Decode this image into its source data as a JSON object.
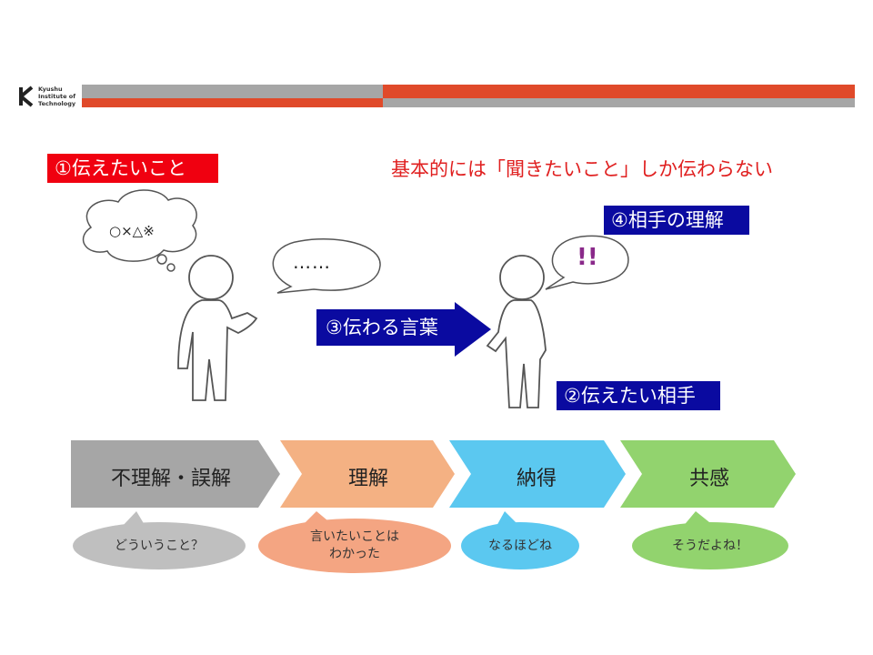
{
  "logo": {
    "lines": [
      "Kyushu",
      "Institute of",
      "Technology"
    ]
  },
  "headline": "基本的には「聞きたいこと」しか伝わらない",
  "labels": {
    "want_to_convey": "①伝えたいこと",
    "target": "②伝えたい相手",
    "words": "③伝わる言葉",
    "understanding": "④相手の理解"
  },
  "thought": "○×△※",
  "speech": "……",
  "reaction": "!!",
  "stages": [
    {
      "label": "不理解・誤解",
      "reply": "どういうこと？",
      "color": "#a6a6a6",
      "bubble": "#bfbfbf"
    },
    {
      "label": "理解",
      "reply": "言いたいことは\nわかった",
      "color": "#f4b183",
      "bubble": "#f4a582"
    },
    {
      "label": "納得",
      "reply": "なるほどね",
      "color": "#5bc8f0",
      "bubble": "#5bc8f0"
    },
    {
      "label": "共感",
      "reply": "そうだよね！",
      "color": "#92d36e",
      "bubble": "#92d36e"
    }
  ],
  "colors": {
    "red": "#e02020",
    "blue": "#0a0aa0",
    "bar_gray": "#a6a6a6",
    "bar_red": "#e04a2a"
  }
}
